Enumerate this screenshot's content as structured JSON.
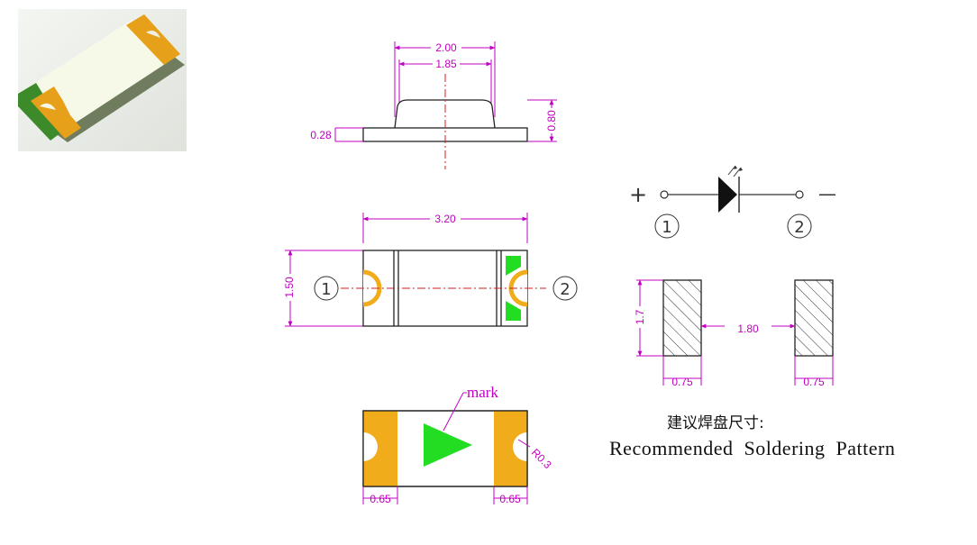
{
  "colors": {
    "dimension": "#c000c0",
    "centerline": "#d02020",
    "pad_orange": "#f0ac1a",
    "mark_green": "#22dd22",
    "outline": "#222222"
  },
  "thumbnail": {
    "alt": "SMD LED 3D view"
  },
  "side_view": {
    "width_outer": "2.00",
    "width_inner": "1.85",
    "base_height": "0.28",
    "total_height": "0.80"
  },
  "top_view": {
    "length": "3.20",
    "width": "1.50",
    "pin_left": "1",
    "pin_right": "2"
  },
  "bottom_view": {
    "mark_label": "mark",
    "radius": "R0.3",
    "pad_left": "0.65",
    "pad_right": "0.65"
  },
  "schematic": {
    "plus": "+",
    "minus": "—",
    "pin1": "1",
    "pin2": "2"
  },
  "solder_pattern": {
    "height": "1.7",
    "gap": "1.80",
    "pad_left": "0.75",
    "pad_right": "0.75"
  },
  "caption": {
    "chinese": "建议焊盘尺寸:",
    "english": "Recommended  Soldering  Pattern"
  }
}
